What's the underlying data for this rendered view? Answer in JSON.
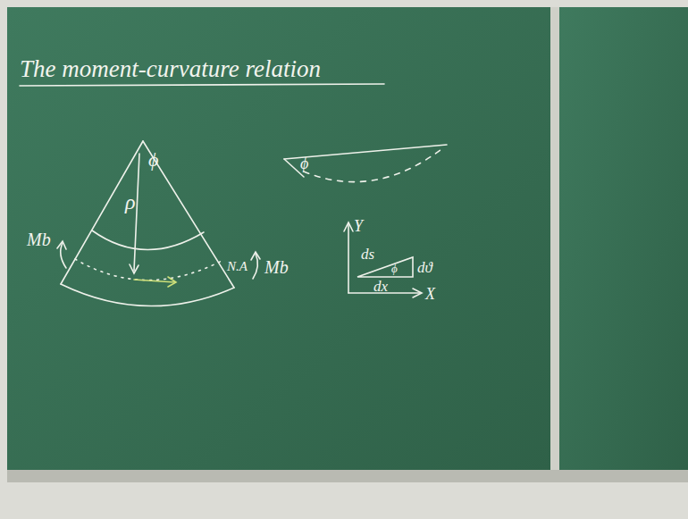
{
  "diagram": {
    "title": "The moment-curvature relation",
    "labels": [
      "ϕ",
      "ρ",
      "Mb",
      "N.A",
      "Mb",
      "ϕ",
      "Y",
      "ds",
      "dϑ",
      "dx",
      "ϕ",
      "X"
    ]
  }
}
